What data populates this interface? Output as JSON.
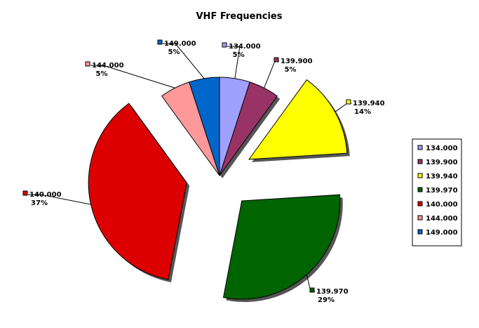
{
  "chart_data": {
    "type": "pie",
    "title": "VHF Frequencies",
    "categories": [
      "134.000",
      "139.900",
      "139.940",
      "139.970",
      "140.000",
      "144.000",
      "149.000"
    ],
    "values": [
      5,
      5,
      14,
      29,
      37,
      5,
      5
    ],
    "value_labels": [
      "5%",
      "5%",
      "14%",
      "29%",
      "37%",
      "5%",
      "5%"
    ],
    "exploded": [
      "139.940",
      "139.970",
      "140.000"
    ],
    "colors": [
      "#a0a0ff",
      "#993366",
      "#ffff00",
      "#006400",
      "#dd0000",
      "#ff9999",
      "#0066cc"
    ],
    "legend": "right",
    "grid": false
  }
}
